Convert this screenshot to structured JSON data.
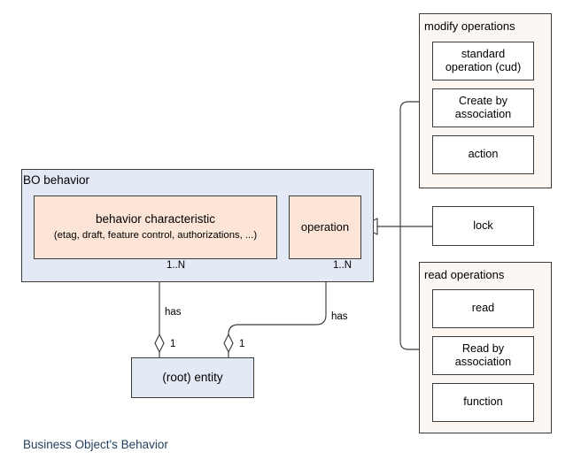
{
  "diagram": {
    "caption": "Business Object's Behavior",
    "colors": {
      "peach_fill": "#fce5d6",
      "blue_fill": "#e4eaf5",
      "group_fill": "#fdf7f3",
      "leaf_fill": "#ffffff",
      "stroke": "#3b3b3b",
      "caption_text": "#24405e"
    },
    "container": {
      "title": "BO behavior",
      "children": {
        "behavior_characteristic": {
          "title": "behavior characteristic",
          "subtitle": "(etag, draft, feature control, authorizations, ...)",
          "multiplicity": "1..N"
        },
        "operation": {
          "title": "operation",
          "multiplicity": "1..N"
        }
      }
    },
    "entity": {
      "label": "(root) entity"
    },
    "associations": [
      {
        "name": "behavior-characteristic-has-entity",
        "label": "has",
        "source_multiplicity": "1..N",
        "target_multiplicity": "1",
        "marker": "aggregation-diamond"
      },
      {
        "name": "operation-has-entity",
        "label": "has",
        "source_multiplicity": "1..N",
        "target_multiplicity": "1",
        "marker": "aggregation-diamond"
      }
    ],
    "generalization": {
      "target": "operation",
      "marker": "hollow-triangle",
      "specializations": [
        "modify operations",
        "lock",
        "read operations"
      ]
    },
    "groups": [
      {
        "name": "modify-operations",
        "title": "modify operations",
        "items": [
          {
            "line1": "standard",
            "line2": "operation (cud)"
          },
          {
            "line1": "Create by",
            "line2": "association"
          },
          {
            "line1": "action",
            "line2": ""
          }
        ]
      },
      {
        "name": "read-operations",
        "title": "read operations",
        "items": [
          {
            "line1": "read",
            "line2": ""
          },
          {
            "line1": "Read by",
            "line2": "association"
          },
          {
            "line1": "function",
            "line2": ""
          }
        ]
      }
    ],
    "standalone": {
      "lock": "lock"
    }
  }
}
